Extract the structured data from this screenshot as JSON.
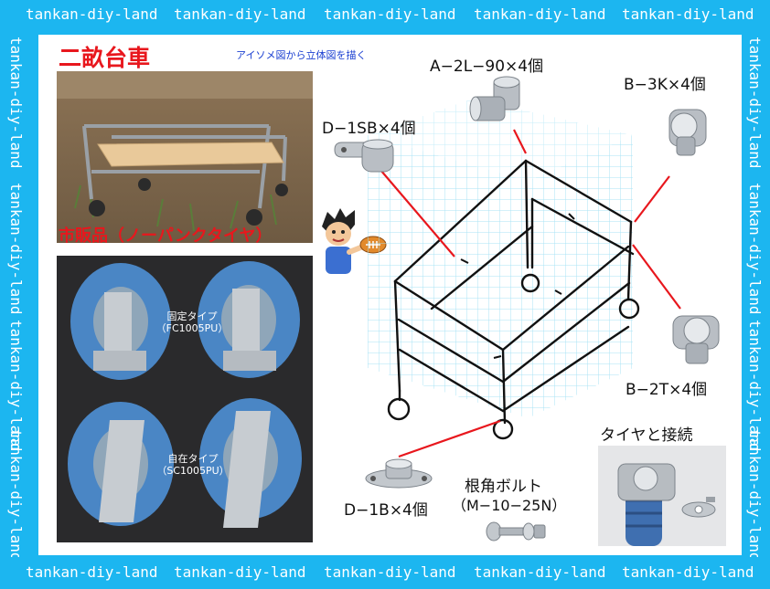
{
  "watermark": {
    "text": "tankan-diy-land"
  },
  "title": "二畝台車",
  "subtitle": "アイソメ図から立体図を描く",
  "market_heading": "市販品（ノーパンクタイヤ）",
  "tires": {
    "fixed_label": "固定タイプ",
    "fixed_model": "（FC1005PU）",
    "swivel_label": "自在タイプ",
    "swivel_model": "（SC1005PU）"
  },
  "parts": {
    "a2l": "A−2L−90×4個",
    "b3k": "B−3K×4個",
    "d1sb": "D−1SB×4個",
    "b2t": "B−2T×4個",
    "d1b": "D−1B×4個",
    "bolt_title": "根角ボルト",
    "bolt_spec": "（M−10−25N）",
    "tire_connect": "タイヤと接続"
  },
  "colors": {
    "frame_blue": "#1cb6f0",
    "title_red": "#e8171d",
    "leader_red": "#e8171d",
    "tire_blue": "#4a86c5",
    "grid_cyan": "#9fe0f5"
  }
}
